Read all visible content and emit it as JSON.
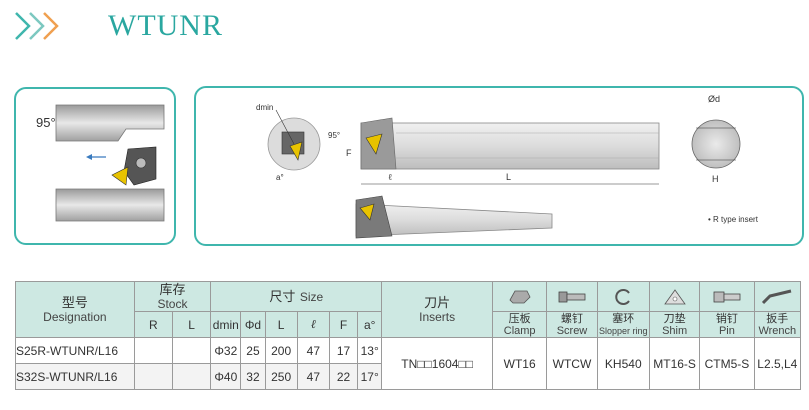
{
  "header": {
    "title": "WTUNR",
    "chevron_icon": "triple-chevron-icon",
    "accent": "#2aa7a0"
  },
  "diagram_left": {
    "angle_label": "95°"
  },
  "diagram_right": {
    "labels": {
      "dmin": "dmin",
      "angle": "95°",
      "F": "F",
      "l": "ℓ",
      "L": "L",
      "alpha": "a°",
      "od": "Ød",
      "H": "H"
    },
    "note": "• R type insert"
  },
  "table": {
    "headers": {
      "designation_zh": "型号",
      "designation_en": "Designation",
      "stock_zh": "库存",
      "stock_en": "Stock",
      "stock_r": "R",
      "stock_l": "L",
      "size_zh": "尺寸",
      "size_en": "Size",
      "dims": [
        "dmin",
        "Φd",
        "L",
        "ℓ",
        "F",
        "a°"
      ],
      "insert_zh": "刀片",
      "insert_en": "Inserts",
      "clamp_zh": "压板",
      "clamp_en": "Clamp",
      "screw_zh": "螺钉",
      "screw_en": "Screw",
      "ring_zh": "塞环",
      "ring_en": "Slopper ring",
      "shim_zh": "刀垫",
      "shim_en": "Shim",
      "pin_zh": "销钉",
      "pin_en": "Pin",
      "wrench_zh": "扳手",
      "wrench_en": "Wrench"
    },
    "rows": [
      {
        "designation": "S25R-WTUNR/L16",
        "r": "",
        "l": "",
        "dmin": "Φ32",
        "d": "25",
        "L": "200",
        "ell": "47",
        "F": "17",
        "a": "13°"
      },
      {
        "designation": "S32S-WTUNR/L16",
        "r": "",
        "l": "",
        "dmin": "Φ40",
        "d": "32",
        "L": "250",
        "ell": "47",
        "F": "22",
        "a": "17°"
      }
    ],
    "shared": {
      "insert": "TN□□1604□□",
      "clamp": "WT16",
      "screw": "WTCW",
      "ring": "KH540",
      "shim": "MT16-S",
      "pin": "CTM5-S",
      "wrench": "L2.5,L4"
    }
  }
}
